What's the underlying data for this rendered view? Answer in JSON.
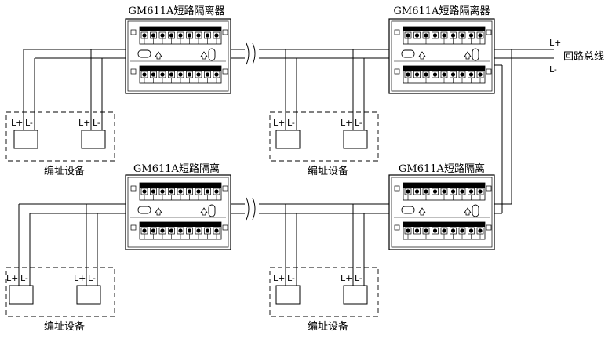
{
  "isolators": [
    {
      "title": "GM611A短路隔离器"
    },
    {
      "title": "GM611A短路隔离器"
    },
    {
      "title": "GM611A短路隔离"
    },
    {
      "title": "GM611A短路隔离"
    }
  ],
  "devices": {
    "group_label": "编址设备",
    "l_plus": "L+",
    "l_minus": "L-"
  },
  "bus": {
    "label": "回路总线",
    "l_plus": "L+",
    "l_minus": "L-"
  },
  "colors": {
    "line": "#000000",
    "background": "#ffffff"
  }
}
